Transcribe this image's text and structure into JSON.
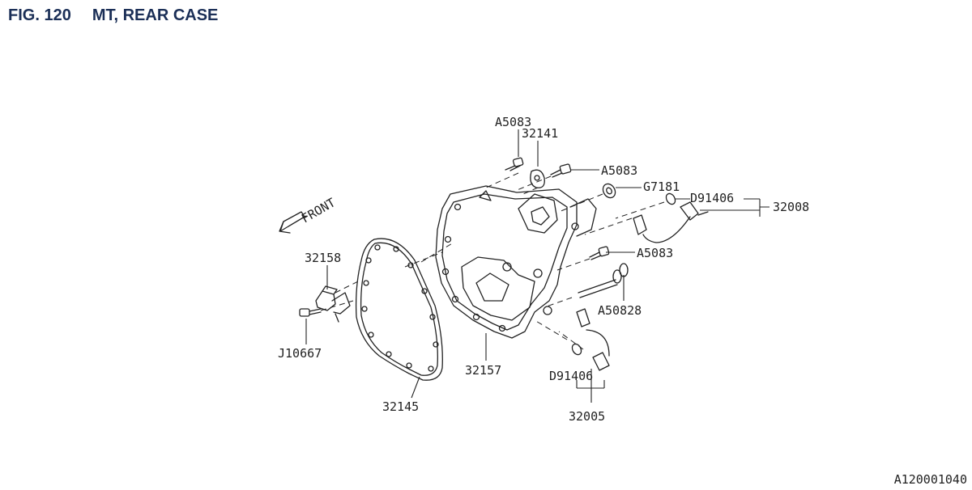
{
  "header": {
    "fig_number": "FIG. 120",
    "title": "MT, REAR CASE"
  },
  "orientation": {
    "label": "FRONT"
  },
  "parts": {
    "p_a5083_top": "A5083",
    "p_32141": "32141",
    "p_a5083_mid": "A5083",
    "p_g7181": "G7181",
    "p_d91406_top": "D91406",
    "p_32008": "32008",
    "p_32158": "32158",
    "p_a5083_low": "A5083",
    "p_a50828": "A50828",
    "p_j10667": "J10667",
    "p_32157": "32157",
    "p_d91406_bot": "D91406",
    "p_32145": "32145",
    "p_32005": "32005"
  },
  "footer": {
    "figure_id": "A120001040"
  },
  "colors": {
    "header_text": "#1b2f57",
    "line": "#222222"
  }
}
